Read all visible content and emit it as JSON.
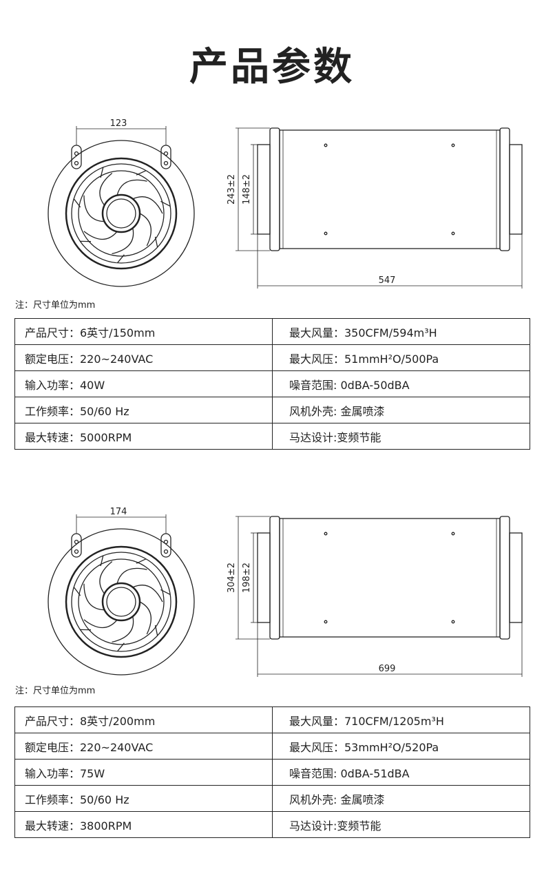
{
  "page_title": "产品参数",
  "products": [
    {
      "dims": {
        "width_label": "123",
        "outer_height": "243±2",
        "inner_height": "148±2",
        "length": "547"
      },
      "note": "注：尺寸单位为mm",
      "specs": [
        [
          "产品尺寸：6英寸/150mm",
          "最大风量：350CFM/594m³H"
        ],
        [
          "额定电压：220~240VAC",
          "最大风压：51mmH²O/500Pa"
        ],
        [
          "输入功率：40W",
          "噪音范围: 0dBA-50dBA"
        ],
        [
          "工作频率：50/60 Hz",
          "风机外壳: 金属喷漆"
        ],
        [
          "最大转速：5000RPM",
          "马达设计:变频节能"
        ]
      ]
    },
    {
      "dims": {
        "width_label": "174",
        "outer_height": "304±2",
        "inner_height": "198±2",
        "length": "699"
      },
      "note": "注：尺寸单位为mm",
      "specs": [
        [
          "产品尺寸：8英寸/200mm",
          "最大风量：710CFM/1205m³H"
        ],
        [
          "额定电压：220~240VAC",
          "最大风压：53mmH²O/520Pa"
        ],
        [
          "输入功率：75W",
          "噪音范围: 0dBA-51dBA"
        ],
        [
          "工作频率：50/60 Hz",
          "风机外壳: 金属喷漆"
        ],
        [
          "最大转速：3800RPM",
          "马达设计:变频节能"
        ]
      ]
    }
  ]
}
